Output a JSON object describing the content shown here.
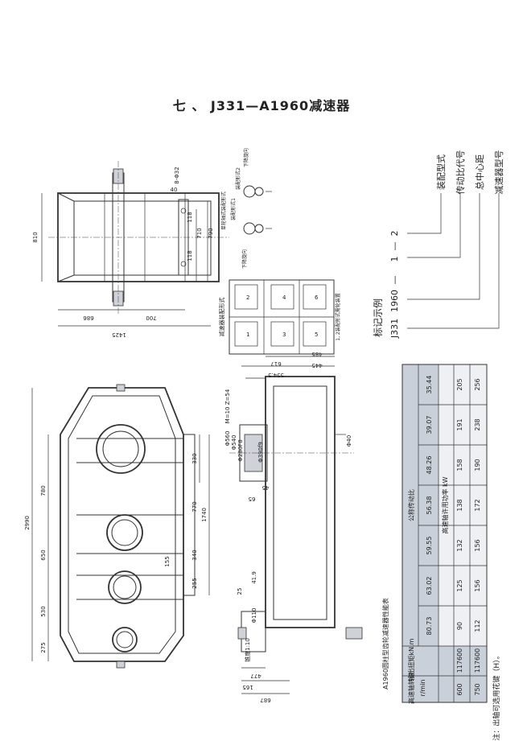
{
  "page_title": "七 、 J331—A1960减速器",
  "plan_view": {
    "dims": [
      "1425",
      "686",
      "700",
      "810",
      "118",
      "710",
      "790",
      "118",
      "40",
      "8-Φ32"
    ]
  },
  "assembly_forms": {
    "labels": [
      "装配形式1",
      "装配形式2",
      "下降旋向",
      "下降旋向",
      "单轮轴式装配形式"
    ],
    "table_title": "减速器装配形式",
    "cells": [
      "1",
      "2",
      "3",
      "4",
      "5",
      "6"
    ],
    "note": "1, 2装配形式需轮装置"
  },
  "marking_example": {
    "title": "标记示例",
    "code": [
      "J331",
      "1960",
      "—",
      "1",
      "—",
      "2"
    ],
    "labels": [
      "装配型式",
      "传动比代号",
      "总中心距",
      "减速器型号"
    ]
  },
  "front_view": {
    "dims": [
      "2990",
      "780",
      "650",
      "530",
      "275",
      "330",
      "770",
      "1740",
      "340",
      "255",
      "155"
    ]
  },
  "shaft_view": {
    "dims": [
      "617",
      "554.5",
      "485",
      "445",
      "Φ560",
      "Φ540",
      "Φ280F8",
      "Φ390f9",
      "M=10 Z=54",
      "Φ40",
      "65",
      "45",
      "Φ110",
      "41.9",
      "25",
      "477",
      "165",
      "687",
      "锥度1:10"
    ]
  },
  "perf_table": {
    "title": "A1960圆柱型齿轮减速器性能表",
    "speed_header": "高速轴转速",
    "speed_unit": "r/min",
    "torque_label": "输出扭矩kN.m",
    "ratio_header": "公称传动比",
    "power_header": "高速轴许用功率 kW",
    "torques": [
      "117600",
      "117600"
    ],
    "speeds": [
      "600",
      "750"
    ],
    "ratios": [
      "80.73",
      "63.02",
      "59.55",
      "56.38",
      "48.26",
      "39.07",
      "35.44"
    ],
    "rows": [
      [
        "90",
        "125",
        "132",
        "138",
        "158",
        "191",
        "205"
      ],
      [
        "112",
        "156",
        "156",
        "172",
        "190",
        "238",
        "256"
      ]
    ]
  },
  "footnote": "备注：出轴可选用花键（H）。"
}
